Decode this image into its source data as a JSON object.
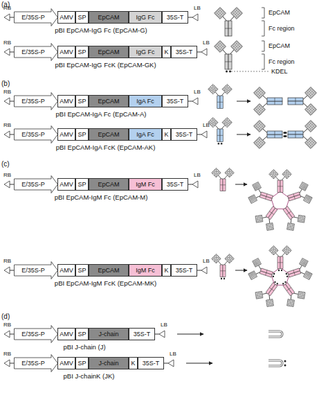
{
  "diagram": {
    "nodes": [
      {
        "text": [
          "E/35S-P"
        ]
      },
      {
        "text": [
          "AMV"
        ]
      },
      {
        "text": [
          "SP"
        ]
      },
      {
        "text": [
          "EpCAM"
        ]
      },
      {
        "text": [
          "IgG Fc"
        ]
      },
      {
        "text": [
          "35S-T"
        ]
      },
      {
        "text": [
          "E/35S-P"
        ]
      },
      {
        "text": [
          "AMV"
        ]
      },
      {
        "text": [
          "SP"
        ]
      },
      {
        "text": [
          "EpCAM"
        ]
      },
      {
        "text": [
          "IgG Fc"
        ]
      },
      {
        "text": [
          "K"
        ]
      },
      {
        "text": [
          "35S-T"
        ]
      },
      {
        "text": [
          "E/35S-P"
        ]
      },
      {
        "text": [
          "AMV"
        ]
      },
      {
        "text": [
          "SP"
        ]
      },
      {
        "text": [
          "EpCAM"
        ]
      },
      {
        "text": [
          "IgA Fc"
        ]
      },
      {
        "text": [
          "35S-T"
        ]
      },
      {
        "text": [
          "E/35S-P"
        ]
      },
      {
        "text": [
          "AMV"
        ]
      },
      {
        "text": [
          "SP"
        ]
      },
      {
        "text": [
          "EpCAM"
        ]
      },
      {
        "text": [
          "IgA Fc"
        ]
      },
      {
        "text": [
          "K"
        ]
      },
      {
        "text": [
          "35S-T"
        ]
      },
      {
        "text": [
          "E/35S-P"
        ]
      },
      {
        "text": [
          "AMV"
        ]
      },
      {
        "text": [
          "SP"
        ]
      },
      {
        "text": [
          "EpCAM"
        ]
      },
      {
        "text": [
          "IgM Fc"
        ]
      },
      {
        "text": [
          "35S-T"
        ]
      },
      {
        "text": [
          "E/35S-P"
        ]
      },
      {
        "text": [
          "AMV"
        ]
      },
      {
        "text": [
          "SP"
        ]
      },
      {
        "text": [
          "EpCAM"
        ]
      },
      {
        "text": [
          "IgM Fc"
        ]
      },
      {
        "text": [
          "K"
        ]
      },
      {
        "text": [
          "35S-T"
        ]
      },
      {
        "text": [
          "E/35S-P"
        ]
      },
      {
        "text": [
          "AMV"
        ]
      },
      {
        "text": [
          "SP"
        ]
      },
      {
        "text": [
          "J-chain"
        ]
      },
      {
        "text": [
          "35S-T"
        ]
      },
      {
        "text": [
          "E/35S-P"
        ]
      },
      {
        "text": [
          "AMV"
        ]
      },
      {
        "text": [
          "SP"
        ]
      },
      {
        "text": [
          "J-chain"
        ]
      },
      {
        "text": [
          "K"
        ]
      },
      {
        "text": [
          "35S-T"
        ]
      }
    ],
    "labels": [
      "(a)",
      "RB",
      "LB",
      "pBI EpCAM-IgG Fc (EpCAM-G)",
      "EpCAM",
      "Fc region",
      "RB",
      "LB",
      "pBI EpCAM-IgG FcK (EpCAM-GK)",
      "EpCAM",
      "Fc region",
      "KDEL",
      "(b)",
      "RB",
      "LB",
      "pBI EpCAM-IgA Fc (EpCAM-A)",
      "RB",
      "LB",
      "pBI EpCAM-IgA FcK (EpCAM-AK)",
      "(c)",
      "RB",
      "LB",
      "pBI EpCAM-IgM Fc (EpCAM-M)",
      "RB",
      "LB",
      "pBI EpCAM-IgM FcK (EpCAM-MK)",
      "(d)",
      "RB",
      "LB",
      "pBI J-chain (J)",
      "RB",
      "LB",
      "pBI J-chainK (JK)"
    ]
  }
}
